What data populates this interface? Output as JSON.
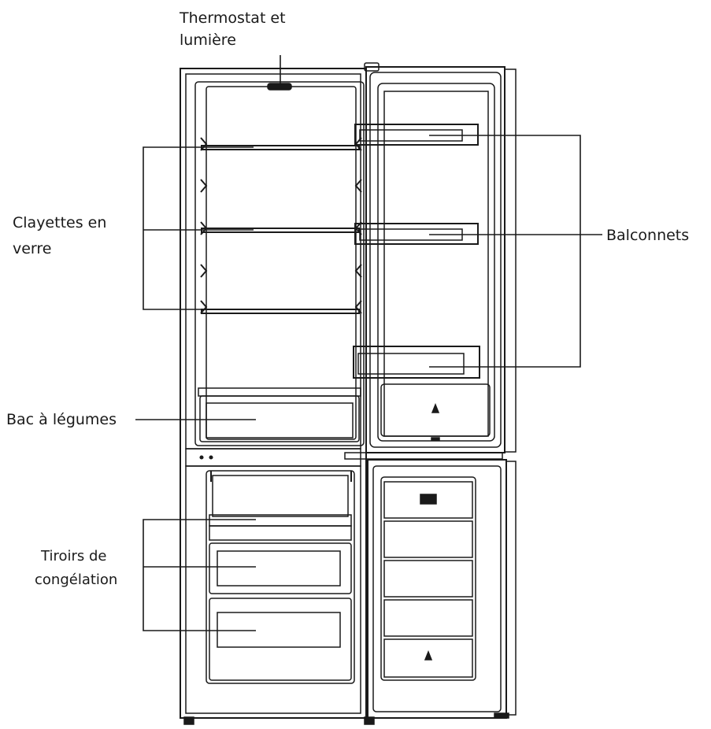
{
  "labels": {
    "thermostat_line1": "Thermostat et",
    "thermostat_line2": "lumière",
    "shelves_line1": "Clayettes en",
    "shelves_line2": "verre",
    "door_balconies": "Balconnets",
    "crisper": "Bac à légumes",
    "freezer_line1": "Tiroirs de",
    "freezer_line2": "congélation"
  },
  "colors": {
    "line": "#1a1a1a",
    "background": "#ffffff"
  }
}
